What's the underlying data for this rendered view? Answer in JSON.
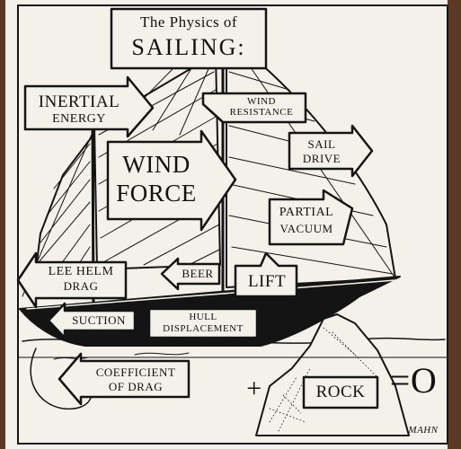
{
  "title": {
    "line1": "The Physics of",
    "line2": "SAILING:"
  },
  "labels": {
    "inertial_1": "INERTIAL",
    "inertial_2": "ENERGY",
    "wind_res_1": "WIND",
    "wind_res_2": "RESISTANCE",
    "sail_drive_1": "SAIL",
    "sail_drive_2": "DRIVE",
    "wind_force_1": "WIND",
    "wind_force_2": "FORCE",
    "partial_vac_1": "PARTIAL",
    "partial_vac_2": "VACUUM",
    "lee_helm_1": "LEE HELM",
    "lee_helm_2": "DRAG",
    "beer": "BEER",
    "lift": "LIFT",
    "suction": "SUCTION",
    "hull_1": "HULL",
    "hull_2": "DISPLACEMENT",
    "coef_1": "COEFFICIENT",
    "coef_2": "OF DRAG",
    "plus": "+",
    "rock": "ROCK",
    "equals_zero": "=O",
    "signature": "MAHN"
  },
  "colors": {
    "paper": "#f4f1ea",
    "ink": "#141414",
    "frame": "#5a3a26"
  }
}
